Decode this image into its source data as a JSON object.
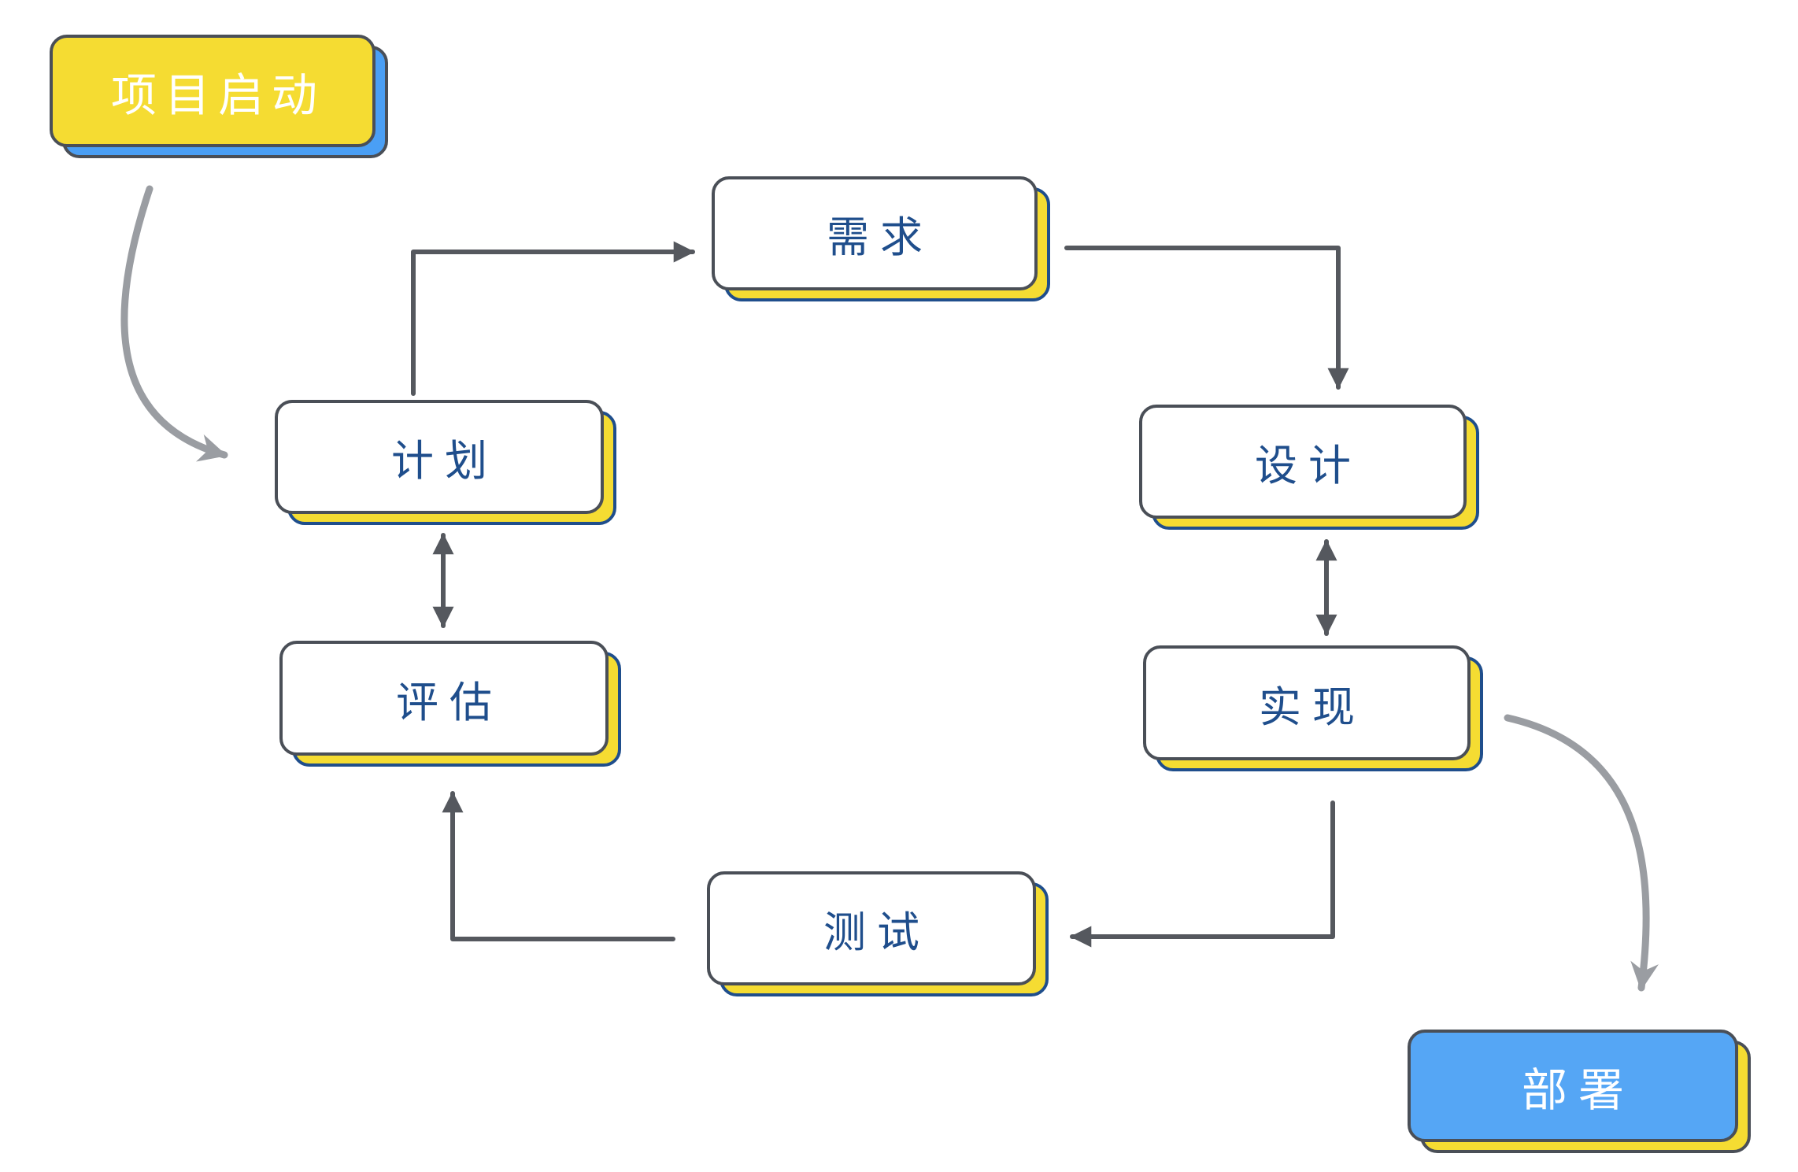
{
  "nodes": {
    "start": {
      "label": "项目启动"
    },
    "requirements": {
      "label": "需求"
    },
    "plan": {
      "label": "计划"
    },
    "design": {
      "label": "设计"
    },
    "evaluate": {
      "label": "评估"
    },
    "implement": {
      "label": "实现"
    },
    "test": {
      "label": "测试"
    },
    "deploy": {
      "label": "部署"
    }
  },
  "colors": {
    "yellow": "#f5dc32",
    "blue": "#55a6f5",
    "dark_blue": "#1f4e8c",
    "outline": "#4a4f57",
    "arrow": "#55585e",
    "arrow_light": "#9a9da2"
  }
}
